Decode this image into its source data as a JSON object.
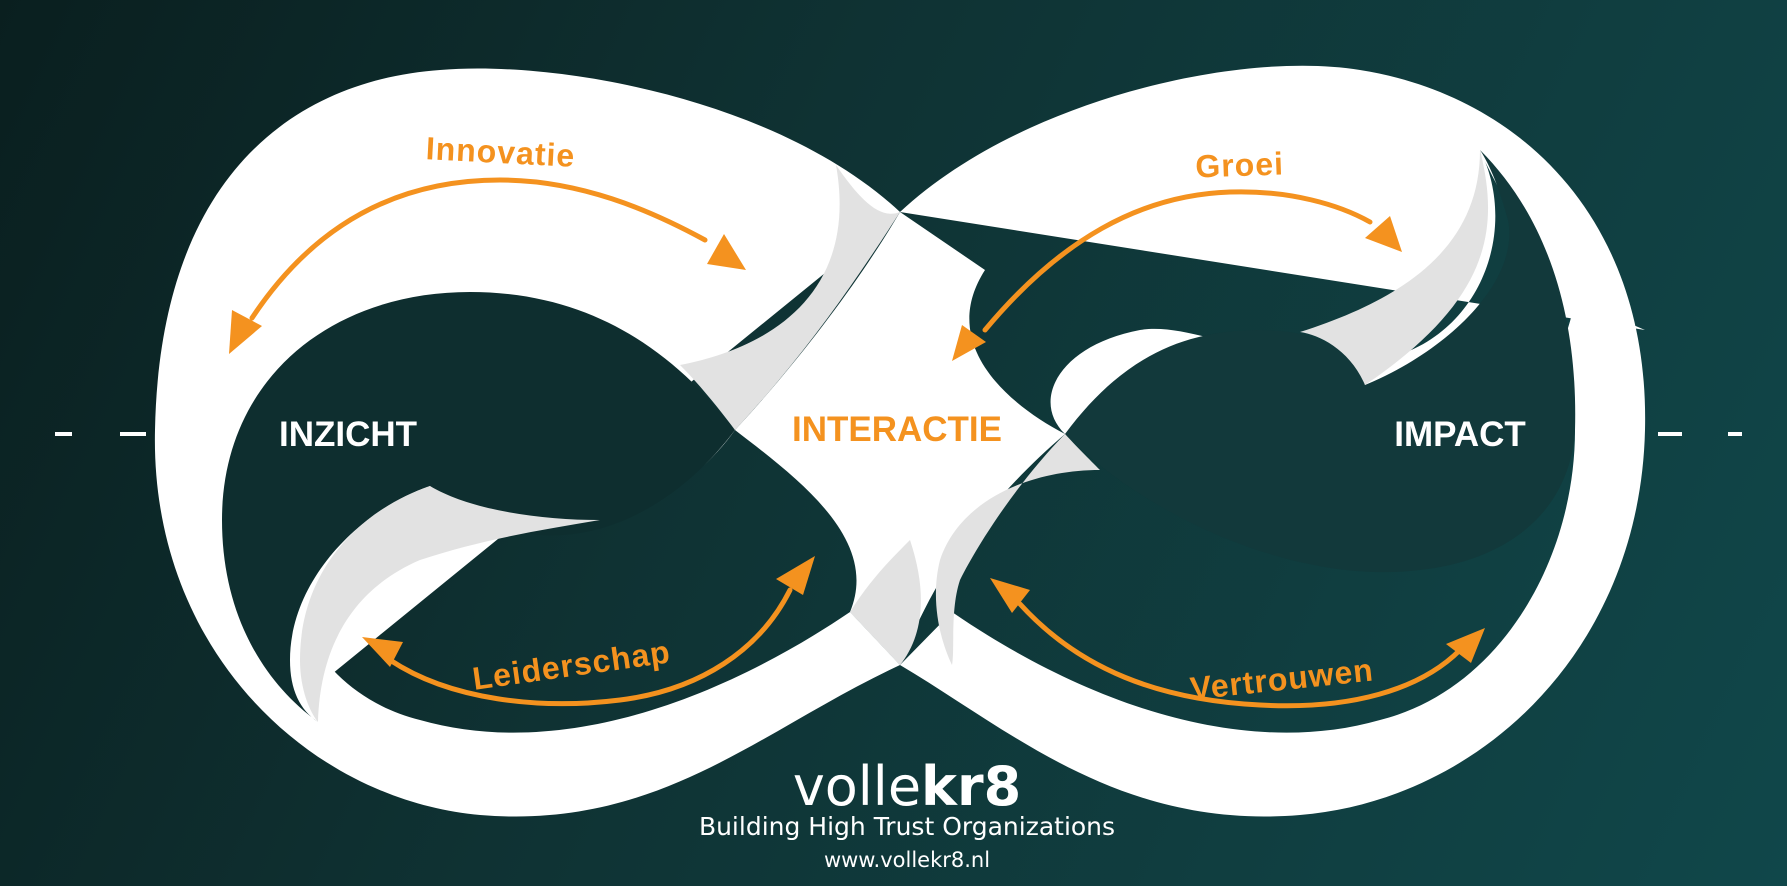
{
  "colors": {
    "background_dark": "#0a1f1f",
    "background_teal": "#10474a",
    "loop_white": "#ffffff",
    "loop_shadow": "#e2e2e2",
    "accent_orange": "#f4921f",
    "axis_dash": "#ffffff"
  },
  "nodes": {
    "left": "INZICHT",
    "center": "INTERACTIE",
    "right": "IMPACT"
  },
  "flows": {
    "top_left": "Innovatie",
    "top_right": "Groei",
    "bottom_left": "Leiderschap",
    "bottom_right": "Vertrouwen"
  },
  "brand": {
    "name_light": "volle",
    "name_bold": "kr8",
    "tagline": "Building High Trust Organizations",
    "url": "www.vollekr8.nl"
  },
  "icons": {
    "logo": "vollekr8-wordmark",
    "arrowheads": "triangle-arrowhead"
  }
}
